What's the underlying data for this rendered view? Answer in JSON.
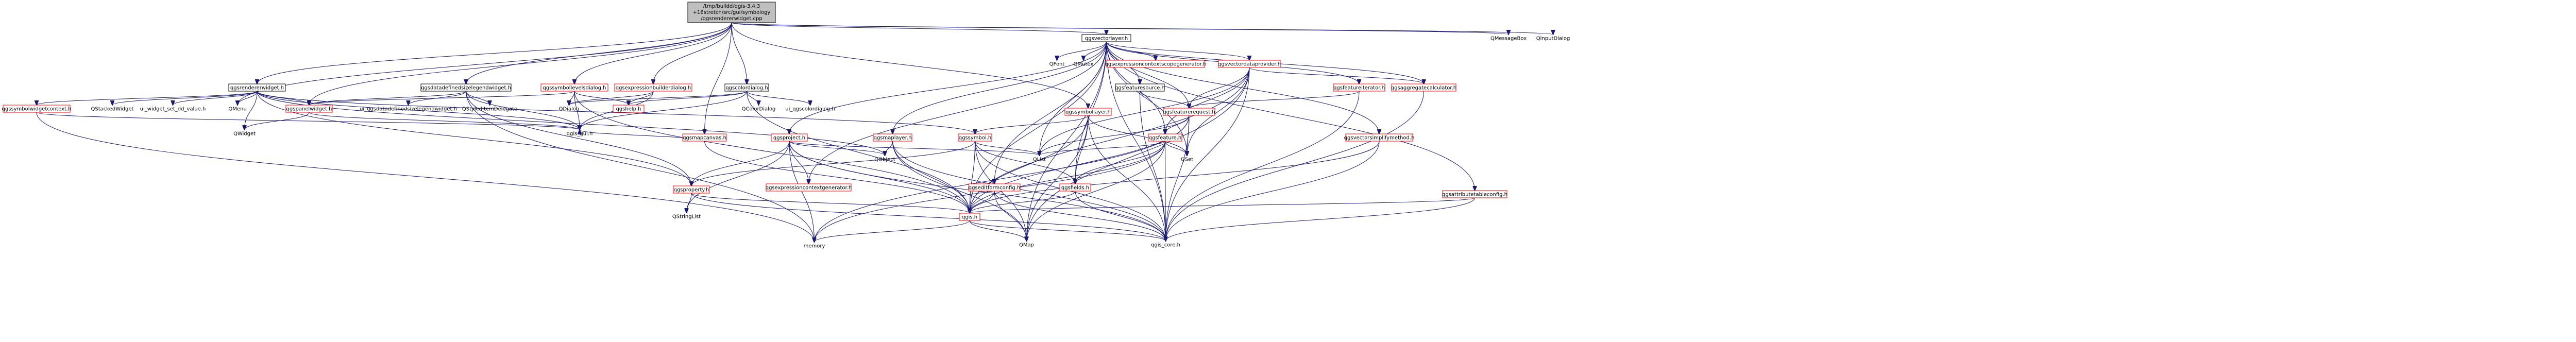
{
  "root": {
    "lines": [
      "/tmp/buildd/qgis-3.4.3",
      "+16stretch/src/gui/symbology",
      "/qgsrendererwidget.cpp"
    ]
  },
  "colors": {
    "edge": "#191970",
    "root_fill": "#bfbfbf",
    "red_border": "#ff0000",
    "black_border": "#000000"
  },
  "nodes": [
    {
      "id": "root",
      "label": "/tmp/buildd/qgis-3.4.3\n+16stretch/src/gui/symbology\n/qgsrendererwidget.cpp",
      "kind": "root"
    },
    {
      "id": "qgsrendererwidget",
      "label": "qgsrendererwidget.h",
      "kind": "file"
    },
    {
      "id": "qgsdatadefinedsizelegendwidget",
      "label": "qgsdatadefinedsizelegendwidget.h",
      "kind": "file"
    },
    {
      "id": "qgssymbollevelsdialog",
      "label": "qgssymbollevelsdialog.h",
      "kind": "red"
    },
    {
      "id": "qgsexpressionbuilderdialog",
      "label": "qgsexpressionbuilderdialog.h",
      "kind": "red"
    },
    {
      "id": "qgscolordialog",
      "label": "qgscolordialog.h",
      "kind": "file"
    },
    {
      "id": "qgsvectorlayer",
      "label": "qgsvectorlayer.h",
      "kind": "file"
    },
    {
      "id": "qmessagebox",
      "label": "QMessageBox",
      "kind": "plain"
    },
    {
      "id": "qinputdialog",
      "label": "QInputDialog",
      "kind": "plain"
    },
    {
      "id": "qgssymbolwidgetcontext",
      "label": "qgssymbolwidgetcontext.h",
      "kind": "red"
    },
    {
      "id": "qstackedwidget",
      "label": "QStackedWidget",
      "kind": "plain"
    },
    {
      "id": "ui_widget_set_dd_value",
      "label": "ui_widget_set_dd_value.h",
      "kind": "plain"
    },
    {
      "id": "qmenu",
      "label": "QMenu",
      "kind": "plain"
    },
    {
      "id": "qgspanelwidget",
      "label": "qgspanelwidget.h",
      "kind": "red"
    },
    {
      "id": "ui_qgsdatadefinedsizelegendwidget",
      "label": "ui_qgsdatadefinedsizelegendwidget.h",
      "kind": "plain"
    },
    {
      "id": "qstyleditemdelegate",
      "label": "QStyledItemDelegate",
      "kind": "plain"
    },
    {
      "id": "qdialog",
      "label": "QDialog",
      "kind": "plain"
    },
    {
      "id": "qgshelp",
      "label": "qgshelp.h",
      "kind": "red"
    },
    {
      "id": "qcolordialog",
      "label": "QColorDialog",
      "kind": "plain"
    },
    {
      "id": "ui_qgscolordialog",
      "label": "ui_qgscolordialog.h",
      "kind": "plain"
    },
    {
      "id": "qgsmapcanvas",
      "label": "qgsmapcanvas.h",
      "kind": "red"
    },
    {
      "id": "qfont",
      "label": "QFont",
      "kind": "plain"
    },
    {
      "id": "qmutex",
      "label": "QMutex",
      "kind": "plain"
    },
    {
      "id": "qgsexpressioncontextscopegenerator",
      "label": "qgsexpressioncontextscopegenerator.h",
      "kind": "red"
    },
    {
      "id": "qgsvectordataprovider",
      "label": "qgsvectordataprovider.h",
      "kind": "red"
    },
    {
      "id": "qgsfeaturesource",
      "label": "qgsfeaturesource.h",
      "kind": "file"
    },
    {
      "id": "qgsfeatureiterator",
      "label": "qgsfeatureiterator.h",
      "kind": "red"
    },
    {
      "id": "qgsaggregatecalculator",
      "label": "qgsaggregatecalculator.h",
      "kind": "red"
    },
    {
      "id": "qgssymbollayer",
      "label": "qgssymbollayer.h",
      "kind": "red"
    },
    {
      "id": "qgsfeaturerequest",
      "label": "qgsfeaturerequest.h",
      "kind": "red"
    },
    {
      "id": "qgsvectorsimplifymethod",
      "label": "qgsvectorsimplifymethod.h",
      "kind": "red"
    },
    {
      "id": "qwidget",
      "label": "QWidget",
      "kind": "plain"
    },
    {
      "id": "qgs_gui",
      "label": "qgis_gui.h",
      "kind": "plain"
    },
    {
      "id": "qgsproject",
      "label": "qgsproject.h",
      "kind": "red"
    },
    {
      "id": "qgsmaplayer",
      "label": "qgsmaplayer.h",
      "kind": "red"
    },
    {
      "id": "qgssymbol",
      "label": "qgssymbol.h",
      "kind": "red"
    },
    {
      "id": "qgsfeature",
      "label": "qgsfeature.h",
      "kind": "red"
    },
    {
      "id": "qgsattributetableconfig",
      "label": "qgsattributetableconfig.h",
      "kind": "red"
    },
    {
      "id": "qobject",
      "label": "QObject",
      "kind": "plain"
    },
    {
      "id": "qlist",
      "label": "QList",
      "kind": "plain"
    },
    {
      "id": "qset",
      "label": "QSet",
      "kind": "plain"
    },
    {
      "id": "qgsexpressioncontextgenerator",
      "label": "qgsexpressioncontextgenerator.h",
      "kind": "red"
    },
    {
      "id": "qgseditformconfig",
      "label": "qgseditformconfig.h",
      "kind": "red"
    },
    {
      "id": "qgsfields",
      "label": "qgsfields.h",
      "kind": "red"
    },
    {
      "id": "qgsproperty",
      "label": "qgsproperty.h",
      "kind": "red"
    },
    {
      "id": "qstringlist",
      "label": "QStringList",
      "kind": "plain"
    },
    {
      "id": "qgis",
      "label": "qgis.h",
      "kind": "red"
    },
    {
      "id": "memory",
      "label": "memory",
      "kind": "plain"
    },
    {
      "id": "qmap",
      "label": "QMap",
      "kind": "plain"
    },
    {
      "id": "qgis_core",
      "label": "qgis_core.h",
      "kind": "plain"
    }
  ],
  "edges": [
    [
      "root",
      "qgsrendererwidget"
    ],
    [
      "root",
      "qgsdatadefinedsizelegendwidget"
    ],
    [
      "root",
      "qgssymbollevelsdialog"
    ],
    [
      "root",
      "qgsexpressionbuilderdialog"
    ],
    [
      "root",
      "qgscolordialog"
    ],
    [
      "root",
      "qgsvectorlayer"
    ],
    [
      "root",
      "qmessagebox"
    ],
    [
      "root",
      "qinputdialog"
    ],
    [
      "root",
      "qgsmapcanvas"
    ],
    [
      "root",
      "qgspanelwidget"
    ],
    [
      "root",
      "qgssymbollayer"
    ],
    [
      "root",
      "qmenu"
    ],
    [
      "qgsrendererwidget",
      "qgssymbolwidgetcontext"
    ],
    [
      "qgsrendererwidget",
      "qstackedwidget"
    ],
    [
      "qgsrendererwidget",
      "ui_widget_set_dd_value"
    ],
    [
      "qgsrendererwidget",
      "qmenu"
    ],
    [
      "qgsrendererwidget",
      "qgspanelwidget"
    ],
    [
      "qgsrendererwidget",
      "qgs_gui"
    ],
    [
      "qgsrendererwidget",
      "qgsproperty"
    ],
    [
      "qgsrendererwidget",
      "qgssymbol"
    ],
    [
      "qgsrendererwidget",
      "qobject"
    ],
    [
      "qgsrendererwidget",
      "qwidget"
    ],
    [
      "qgsdatadefinedsizelegendwidget",
      "qgspanelwidget"
    ],
    [
      "qgsdatadefinedsizelegendwidget",
      "ui_qgsdatadefinedsizelegendwidget"
    ],
    [
      "qgsdatadefinedsizelegendwidget",
      "qstyleditemdelegate"
    ],
    [
      "qgsdatadefinedsizelegendwidget",
      "qgs_gui"
    ],
    [
      "qgsdatadefinedsizelegendwidget",
      "memory"
    ],
    [
      "qgsdatadefinedsizelegendwidget",
      "qgsproperty"
    ],
    [
      "qgssymbollevelsdialog",
      "qdialog"
    ],
    [
      "qgssymbollevelsdialog",
      "qgshelp"
    ],
    [
      "qgssymbollevelsdialog",
      "qgs_gui"
    ],
    [
      "qgssymbollevelsdialog",
      "qgspanelwidget"
    ],
    [
      "qgssymbollevelsdialog",
      "qgis"
    ],
    [
      "qgsexpressionbuilderdialog",
      "qgshelp"
    ],
    [
      "qgsexpressionbuilderdialog",
      "qdialog"
    ],
    [
      "qgsexpressionbuilderdialog",
      "qgs_gui"
    ],
    [
      "qgscolordialog",
      "qgshelp"
    ],
    [
      "qgscolordialog",
      "qcolordialog"
    ],
    [
      "qgscolordialog",
      "ui_qgscolordialog"
    ],
    [
      "qgscolordialog",
      "qdialog"
    ],
    [
      "qgscolordialog",
      "qgs_gui"
    ],
    [
      "qgscolordialog",
      "qgis"
    ],
    [
      "qgsmapcanvas",
      "qgs_gui"
    ],
    [
      "qgsmapcanvas",
      "qgis"
    ],
    [
      "qgspanelwidget",
      "qwidget"
    ],
    [
      "qgspanelwidget",
      "qgs_gui"
    ],
    [
      "qgssymbolwidgetcontext",
      "qgs_gui"
    ],
    [
      "qgssymbolwidgetcontext",
      "memory"
    ],
    [
      "qgsvectorlayer",
      "qfont"
    ],
    [
      "qgsvectorlayer",
      "qmutex"
    ],
    [
      "qgsvectorlayer",
      "qgsexpressioncontextscopegenerator"
    ],
    [
      "qgsvectorlayer",
      "qgsvectordataprovider"
    ],
    [
      "qgsvectorlayer",
      "qgsfeaturesource"
    ],
    [
      "qgsvectorlayer",
      "qgsfeatureiterator"
    ],
    [
      "qgsvectorlayer",
      "qgsaggregatecalculator"
    ],
    [
      "qgsvectorlayer",
      "qgsfeaturerequest"
    ],
    [
      "qgsvectorlayer",
      "qgsvectorsimplifymethod"
    ],
    [
      "qgsvectorlayer",
      "qgsmaplayer"
    ],
    [
      "qgsvectorlayer",
      "qgsattributetableconfig"
    ],
    [
      "qgsvectorlayer",
      "qgseditformconfig"
    ],
    [
      "qgsvectorlayer",
      "qgsexpressioncontextgenerator"
    ],
    [
      "qgsvectorlayer",
      "qgsfeature"
    ],
    [
      "qgsvectorlayer",
      "qgsfields"
    ],
    [
      "qgsvectorlayer",
      "qgis_core"
    ],
    [
      "qgsvectorlayer",
      "qgis"
    ],
    [
      "qgsvectorlayer",
      "qlist"
    ],
    [
      "qgsvectorlayer",
      "qset"
    ],
    [
      "qgsvectorlayer",
      "qmap"
    ],
    [
      "qgsvectorlayer",
      "qgsproject"
    ],
    [
      "qgsvectordataprovider",
      "qgsfeaturerequest"
    ],
    [
      "qgsvectordataprovider",
      "qgsaggregatecalculator"
    ],
    [
      "qgsvectordataprovider",
      "qgsfeature"
    ],
    [
      "qgsvectordataprovider",
      "qgis_core"
    ],
    [
      "qgsvectordataprovider",
      "qset"
    ],
    [
      "qgsvectordataprovider",
      "qmap"
    ],
    [
      "qgsvectordataprovider",
      "qlist"
    ],
    [
      "qgsvectordataprovider",
      "qgis"
    ],
    [
      "qgsfeaturesource",
      "qgsfeaturerequest"
    ],
    [
      "qgsfeaturesource",
      "qgis_core"
    ],
    [
      "qgsfeatureiterator",
      "qgsfeaturerequest"
    ],
    [
      "qgsfeatureiterator",
      "qgis_core"
    ],
    [
      "qgsaggregatecalculator",
      "qgis_core"
    ],
    [
      "qgsfeaturerequest",
      "qgsfeature"
    ],
    [
      "qgsfeaturerequest",
      "qgis_core"
    ],
    [
      "qgsfeaturerequest",
      "qgis"
    ],
    [
      "qgsfeaturerequest",
      "memory"
    ],
    [
      "qgsfeaturerequest",
      "qlist"
    ],
    [
      "qgsfeaturerequest",
      "qset"
    ],
    [
      "qgsvectorsimplifymethod",
      "qgis_core"
    ],
    [
      "qgsvectorsimplifymethod",
      "qgis"
    ],
    [
      "qgssymbollayer",
      "qgssymbol"
    ],
    [
      "qgssymbollayer",
      "qgis_core"
    ],
    [
      "qgssymbollayer",
      "qgsfields"
    ],
    [
      "qgssymbollayer",
      "qmap"
    ],
    [
      "qgssymbollayer",
      "qgis"
    ],
    [
      "qgssymbollayer",
      "qset"
    ],
    [
      "qgssymbol",
      "qgis_core"
    ],
    [
      "qgssymbol",
      "qgis"
    ],
    [
      "qgssymbol",
      "qmap"
    ],
    [
      "qgssymbol",
      "qlist"
    ],
    [
      "qgssymbol",
      "qgsfields"
    ],
    [
      "qgssymbol",
      "qgsproperty"
    ],
    [
      "qgsfeature",
      "qgis_core"
    ],
    [
      "qgsfeature",
      "qgis"
    ],
    [
      "qgsfeature",
      "qlist"
    ],
    [
      "qgsfeature",
      "qset"
    ],
    [
      "qgsfeature",
      "qmap"
    ],
    [
      "qgsfeature",
      "qgsfields"
    ],
    [
      "qgsfeature",
      "memory"
    ],
    [
      "qgsmaplayer",
      "qgis_core"
    ],
    [
      "qgsmaplayer",
      "qgis"
    ],
    [
      "qgsmaplayer",
      "qobject"
    ],
    [
      "qgsmaplayer",
      "qmap"
    ],
    [
      "qgsproject",
      "qgis_core"
    ],
    [
      "qgsproject",
      "qobject"
    ],
    [
      "qgsproject",
      "qlist"
    ],
    [
      "qgsproject",
      "qstringlist"
    ],
    [
      "qgsproject",
      "qgsexpressioncontextgenerator"
    ],
    [
      "qgsproject",
      "qgsproperty"
    ],
    [
      "qgsproject",
      "qgis"
    ],
    [
      "qgsproject",
      "memory"
    ],
    [
      "qgsattributetableconfig",
      "qgis_core"
    ],
    [
      "qgsattributetableconfig",
      "qgis"
    ],
    [
      "qgseditformconfig",
      "qgis_core"
    ],
    [
      "qgseditformconfig",
      "qmap"
    ],
    [
      "qgseditformconfig",
      "qgis"
    ],
    [
      "qgsfields",
      "qgis_core"
    ],
    [
      "qgsfields",
      "qgis"
    ],
    [
      "qgsproperty",
      "qgis_core"
    ],
    [
      "qgsproperty",
      "qstringlist"
    ],
    [
      "qgsproperty",
      "qgis"
    ],
    [
      "qgis",
      "memory"
    ],
    [
      "qgis",
      "qgis_core"
    ],
    [
      "qgis",
      "qmap"
    ]
  ]
}
